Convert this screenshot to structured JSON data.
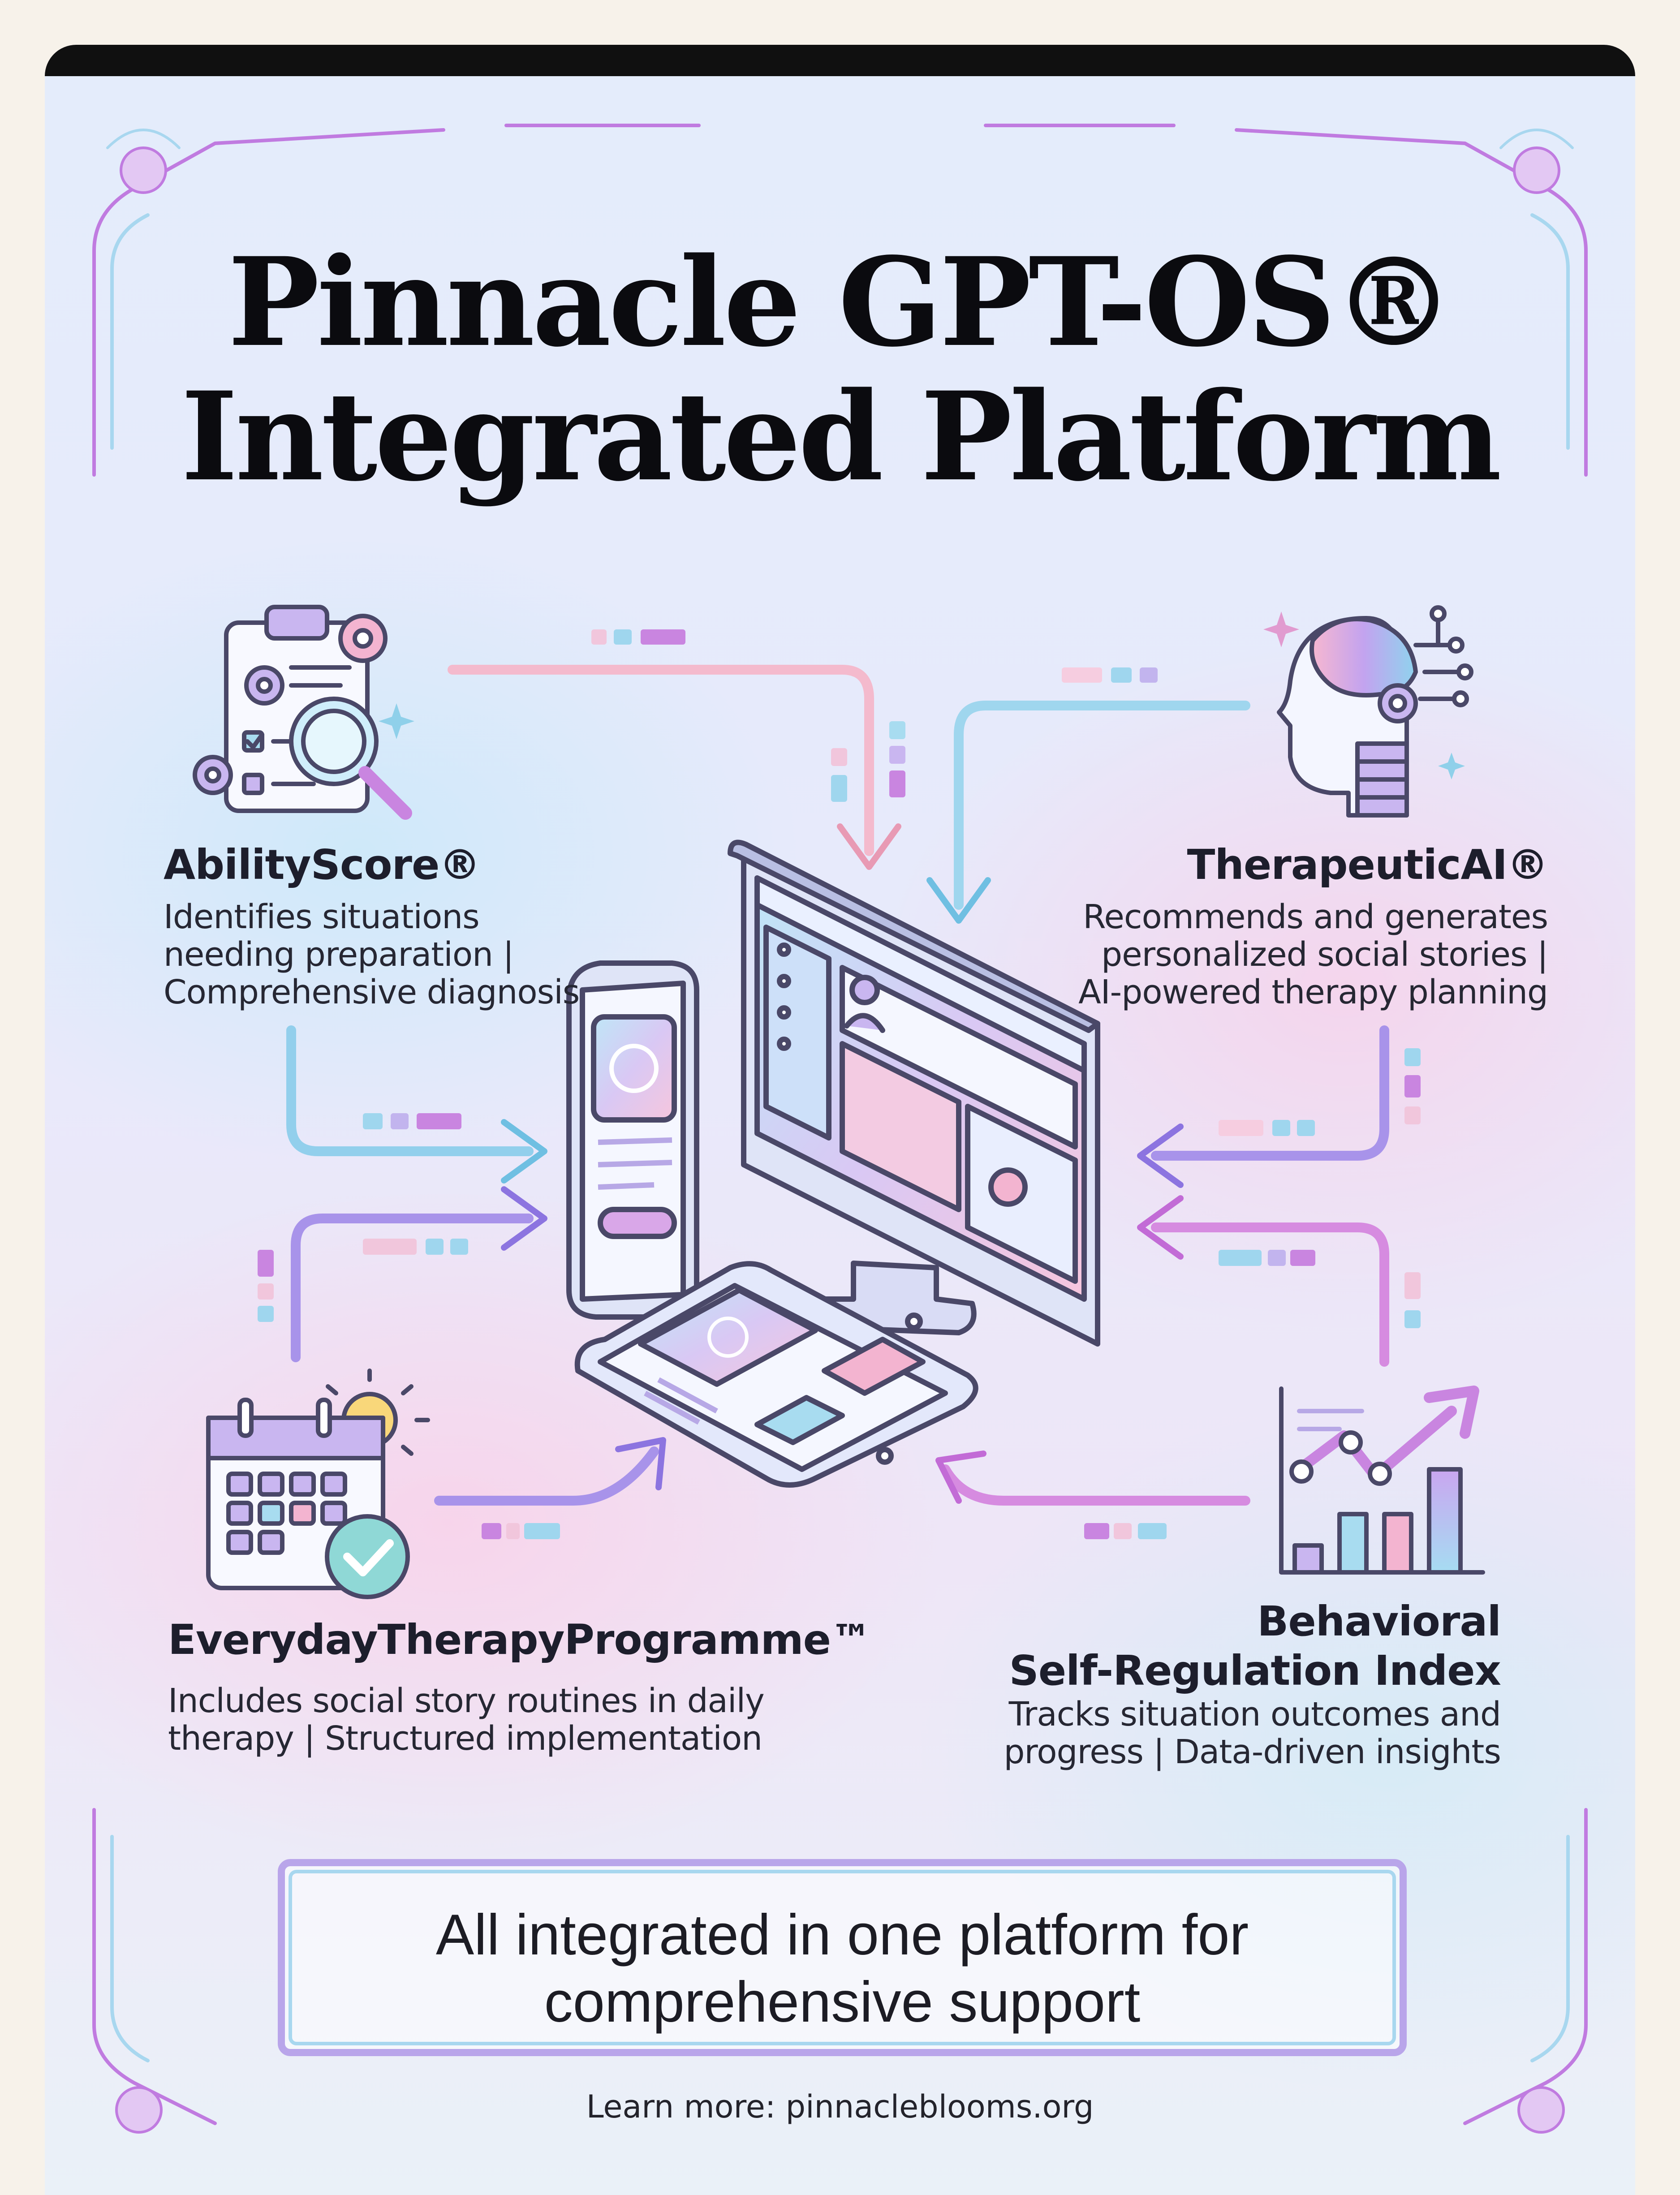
{
  "title": {
    "line1": "Pinnacle GPT-OS®",
    "line2": "Integrated Platform"
  },
  "modules": {
    "ability_score": {
      "name": "AbilityScore®",
      "desc_lines": [
        "Identifies situations",
        "needing preparation |",
        "Comprehensive diagnosis"
      ]
    },
    "therapeutic_ai": {
      "name": "TherapeuticAI®",
      "desc_lines": [
        "Recommends and generates",
        "personalized social stories |",
        "AI-powered therapy planning"
      ]
    },
    "everyday_therapy": {
      "name": "EverydayTherapyProgramme™",
      "desc_lines": [
        "Includes social story routines in daily",
        "therapy | Structured implementation"
      ]
    },
    "behavioral_index": {
      "name_lines": [
        "Behavioral",
        "Self-Regulation Index"
      ],
      "desc_lines": [
        "Tracks situation outcomes and",
        "progress | Data-driven insights"
      ]
    }
  },
  "footer": {
    "message_lines": [
      "All integrated in one platform for",
      "comprehensive support"
    ],
    "learn_more": "Learn more: pinnacleblooms.org"
  },
  "colors": {
    "title": "#0b0b0f",
    "purple_accent": "#b877e0",
    "pink_arrow": "#f3b4c8",
    "blue_arrow": "#8fd0ea",
    "violet_arrow": "#a590ea",
    "magenta_arrow": "#d67fe0",
    "outline": "#4a4868"
  }
}
